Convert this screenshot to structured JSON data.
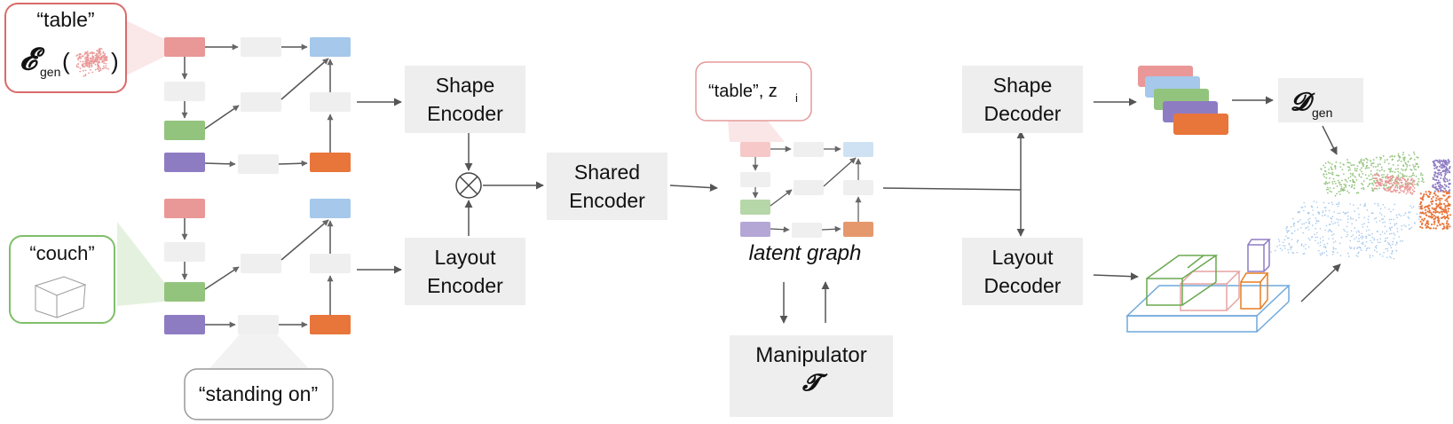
{
  "labels": {
    "table_quote": "“table”",
    "couch_quote": "“couch”",
    "standing_on": "“standing on”",
    "enc_gen_symbol": "𝓔",
    "enc_gen_sub": "gen",
    "paren_open": "(",
    "paren_close": ")",
    "table_zi_text": "“table”,  z",
    "table_zi_sub": "i",
    "latent_graph": "latent graph",
    "dec_gen_symbol": "𝓓",
    "dec_gen_sub": "gen",
    "manipulator_symbol": "𝓣"
  },
  "modules": {
    "shape_encoder": [
      "Shape",
      "Encoder"
    ],
    "layout_encoder": [
      "Layout",
      "Encoder"
    ],
    "shared_encoder": [
      "Shared",
      "Encoder"
    ],
    "shape_decoder": [
      "Shape",
      "Decoder"
    ],
    "layout_decoder": [
      "Layout",
      "Decoder"
    ],
    "manipulator": "Manipulator"
  },
  "colors": {
    "red": "#ea9797",
    "blue": "#a5c8eb",
    "green": "#93c47d",
    "purple": "#8e7cc3",
    "orange": "#e8753a",
    "placeholder": "#efefef",
    "module": "#eeeeee",
    "arrow": "#555555",
    "callout_red": "#d96a6a",
    "callout_green": "#7fbf6a",
    "callout_gray": "#999999"
  },
  "icons": {
    "table_pointcloud": "table-pointcloud-icon",
    "couch_box": "wireframe-cube-icon",
    "otimes": "tensor-product-icon",
    "scene_pointcloud": "scene-pointcloud-icon",
    "scene_layout": "scene-layout-boxes-icon"
  }
}
